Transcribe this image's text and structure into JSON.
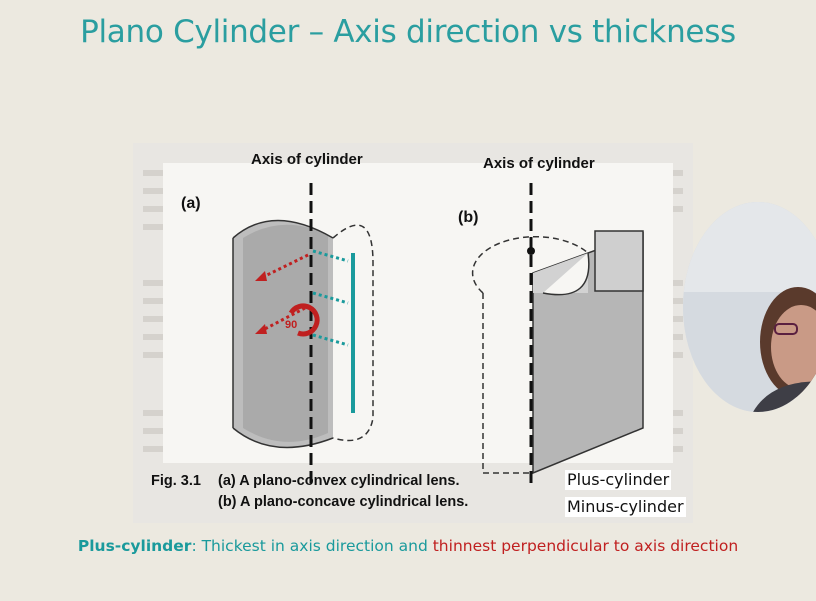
{
  "slide": {
    "title": "Plano Cylinder – Axis direction vs thickness"
  },
  "figure": {
    "axis_label_a": "Axis of cylinder",
    "axis_label_b": "Axis of cylinder",
    "panel_a": "(a)",
    "panel_b": "(b)",
    "angle_label": "90",
    "caption_prefix": "Fig. 3.1",
    "caption_line_a": "(a)  A plano-convex cylindrical lens.",
    "caption_line_b": "(b)  A plano-concave cylindrical lens.",
    "label_plus": "Plus-cylinder",
    "label_minus": "Minus-cylinder"
  },
  "caption": {
    "term": "Plus-cylinder",
    "part_teal": ": Thickest in axis direction and ",
    "part_red": "thinnest perpendicular to axis direction"
  },
  "colors": {
    "title": "#2a9ea0",
    "teal": "#1a9a9c",
    "red": "#c02020",
    "background": "#ece9e0"
  }
}
